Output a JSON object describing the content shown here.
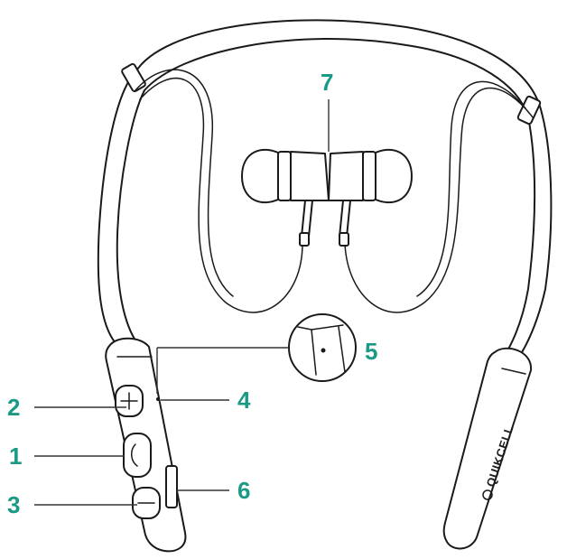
{
  "callouts": {
    "c1": "1",
    "c2": "2",
    "c3": "3",
    "c4": "4",
    "c5": "5",
    "c6": "6",
    "c7": "7"
  },
  "brand_text": "QUIKCELL",
  "colors": {
    "callout": "#1a9a84",
    "outline": "#1a1a1a"
  }
}
